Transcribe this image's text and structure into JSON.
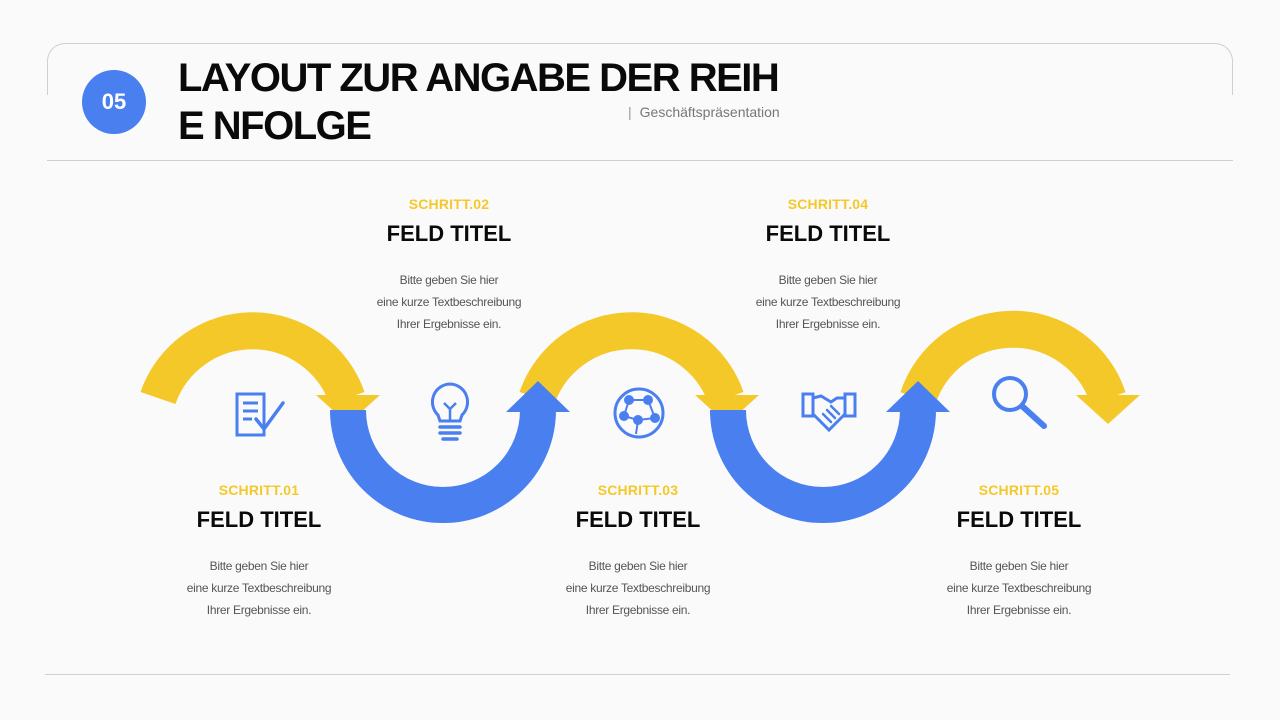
{
  "header": {
    "number": "05",
    "title": "LAYOUT ZUR ANGABE DER REIHE NFOLGE",
    "subtitle": "Geschäftspräsentation"
  },
  "colors": {
    "accent_blue": "#4a7ff0",
    "accent_yellow": "#f5c82a",
    "text_dark": "#0a0a0a"
  },
  "steps": [
    {
      "label": "SCHRITT.01",
      "title": "FELD TITEL",
      "desc": [
        "Bitte geben Sie hier",
        "eine kurze Textbeschreibung",
        "Ihrer Ergebnisse ein."
      ],
      "icon": "document-check-icon"
    },
    {
      "label": "SCHRITT.02",
      "title": "FELD TITEL",
      "desc": [
        "Bitte geben Sie hier",
        "eine kurze Textbeschreibung",
        "Ihrer Ergebnisse ein."
      ],
      "icon": "lightbulb-icon"
    },
    {
      "label": "SCHRITT.03",
      "title": "FELD TITEL",
      "desc": [
        "Bitte geben Sie hier",
        "eine kurze Textbeschreibung",
        "Ihrer Ergebnisse ein."
      ],
      "icon": "soccer-ball-icon"
    },
    {
      "label": "SCHRITT.04",
      "title": "FELD TITEL",
      "desc": [
        "Bitte geben Sie hier",
        "eine kurze Textbeschreibung",
        "Ihrer Ergebnisse ein."
      ],
      "icon": "handshake-icon"
    },
    {
      "label": "SCHRITT.05",
      "title": "FELD TITEL",
      "desc": [
        "Bitte geben Sie hier",
        "eine kurze Textbeschreibung",
        "Ihrer Ergebnisse ein."
      ],
      "icon": "magnifier-icon"
    }
  ]
}
